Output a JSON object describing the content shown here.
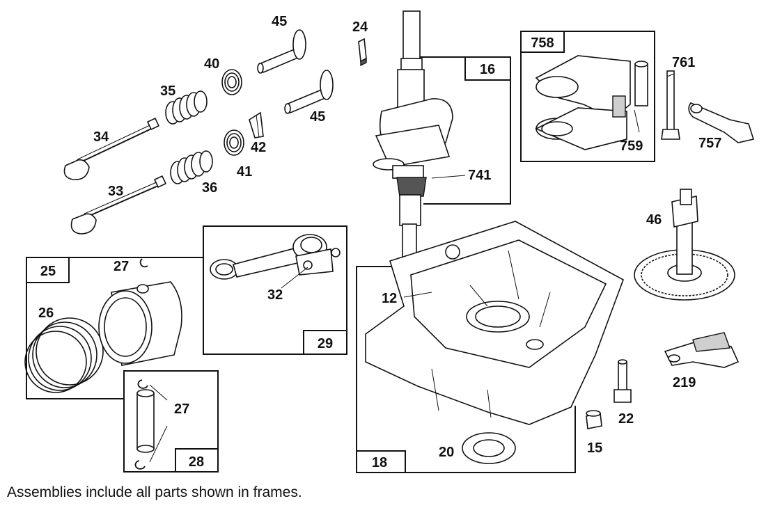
{
  "callouts": {
    "p45a": "45",
    "p24": "24",
    "p40": "40",
    "p35": "35",
    "p34": "34",
    "p45b": "45",
    "p42": "42",
    "p41": "41",
    "p36": "36",
    "p33": "33",
    "p741": "741",
    "p761": "761",
    "p759": "759",
    "p757": "757",
    "p46": "46",
    "p27a": "27",
    "p26": "26",
    "p32": "32",
    "p12": "12",
    "p27b": "27",
    "p219": "219",
    "p22": "22",
    "p15": "15",
    "p20": "20"
  },
  "frames": {
    "f16": "16",
    "f758": "758",
    "f25": "25",
    "f29": "29",
    "f28": "28",
    "f18": "18"
  },
  "caption": "Assemblies include all parts shown in frames."
}
